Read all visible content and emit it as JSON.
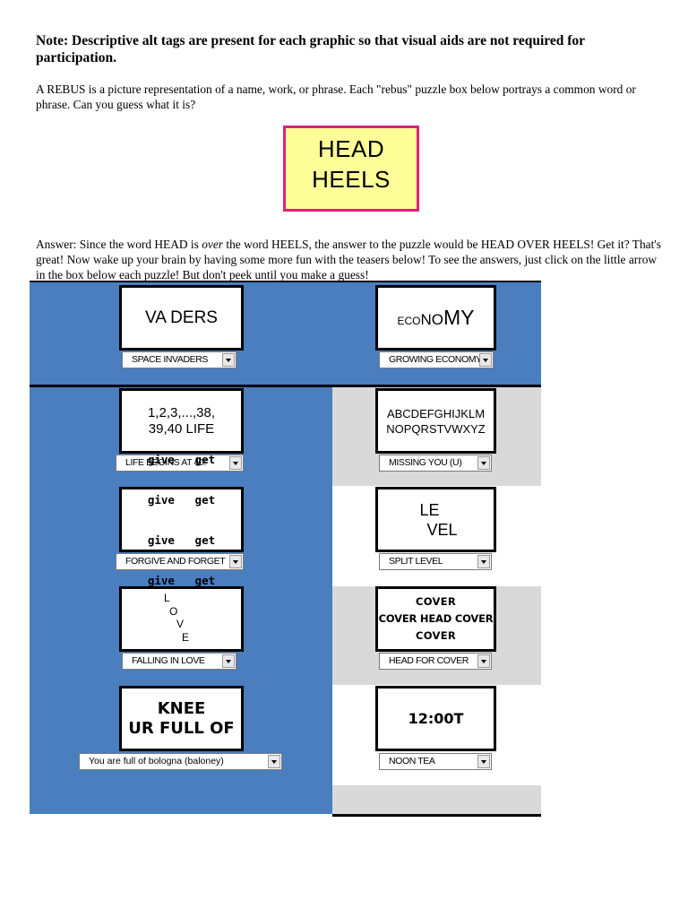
{
  "note": "Note: Descriptive alt tags are present for each graphic so that visual aids are not required for participation.",
  "intro": "A REBUS is a picture representation of a name, work, or phrase. Each \"rebus\" puzzle box below portrays a common word or phrase. Can you guess what it is?",
  "demo": {
    "line1": "HEAD",
    "line2": "HEELS"
  },
  "answer_prefix": "Answer: Since the word HEAD is ",
  "answer_emphasis": "over",
  "answer_suffix": " the word HEELS, the answer to the puzzle would be HEAD OVER HEELS! Get it? That's great! Now wake up your brain by having some more fun with the teasers below! To see the answers, just click on the little arrow in the box below each puzzle! But don't peek until you make a guess!",
  "puzzles": {
    "p1": {
      "lines": [
        "VA DERS"
      ],
      "answer": "SPACE INVADERS"
    },
    "p2": {
      "prefix": "ECO",
      "middle": "NO",
      "suffix": "MY",
      "answer": "GROWING ECONOMY"
    },
    "p3": {
      "lines": [
        "1,2,3,...,38,",
        "39,40 LIFE"
      ],
      "answer": "LIFE BEGINS AT 40!"
    },
    "p4": {
      "lines": [
        "ABCDEFGHIJKLM",
        "NOPQRSTVWXYZ"
      ],
      "answer": "MISSING YOU (U)"
    },
    "p5": {
      "lines": [
        "give   get",
        "give   get",
        "give   get",
        "give   get"
      ],
      "answer": "FORGIVE AND FORGET"
    },
    "p6": {
      "lines": [
        "LE",
        "VEL"
      ],
      "answer": "SPLIT LEVEL"
    },
    "p7": {
      "letters": [
        "L",
        "O",
        "V",
        "E"
      ],
      "answer": "FALLING IN LOVE"
    },
    "p8": {
      "lines": [
        "COVER",
        "COVER HEAD COVER",
        "COVER"
      ],
      "answer": "HEAD FOR COVER"
    },
    "p9": {
      "lines": [
        "KNEE",
        "UR FULL OF"
      ],
      "answer": "You are full of bologna (baloney)"
    },
    "p10": {
      "lines": [
        "12:00T"
      ],
      "answer": "NOON TEA"
    }
  }
}
